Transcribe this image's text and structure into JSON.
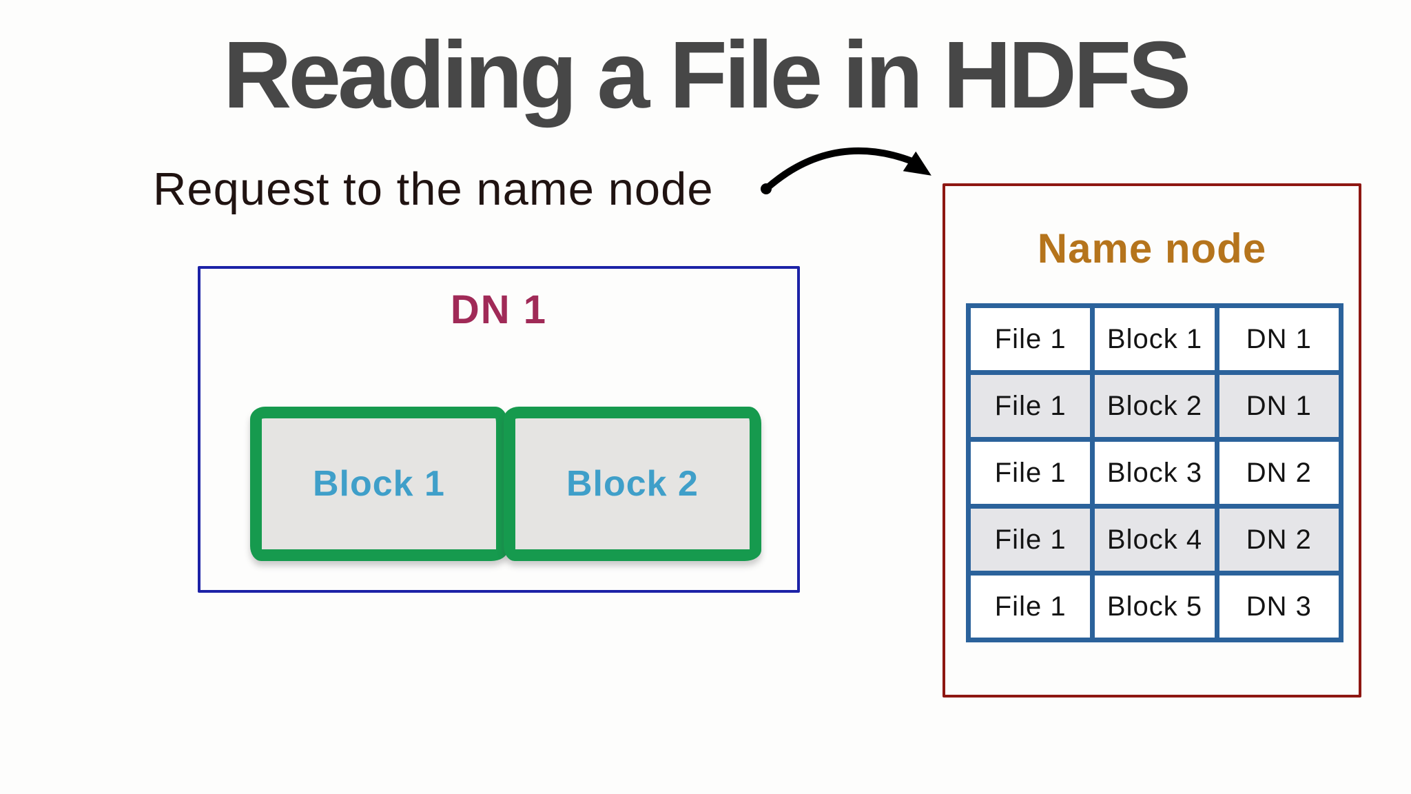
{
  "title": "Reading a File in HDFS",
  "annotation": {
    "label": "Request to the name node",
    "arrow": "curved-arrow-to-name-node"
  },
  "datanode_box": {
    "label": "DN 1",
    "blocks": [
      {
        "label": "Block 1"
      },
      {
        "label": "Block 2"
      }
    ]
  },
  "namenode_box": {
    "label": "Name node",
    "table": {
      "rows": [
        [
          "File 1",
          "Block 1",
          "DN 1"
        ],
        [
          "File 1",
          "Block 2",
          "DN 1"
        ],
        [
          "File 1",
          "Block 3",
          "DN 2"
        ],
        [
          "File 1",
          "Block 4",
          "DN 2"
        ],
        [
          "File 1",
          "Block 5",
          "DN 3"
        ]
      ]
    }
  },
  "colors": {
    "title_text": "#474747",
    "annotation_text": "#201311",
    "arrow": "#000000",
    "datanode_border": "#1c22a6",
    "datanode_label": "#a02a57",
    "block_border": "#169a4e",
    "block_fill": "#e5e4e2",
    "block_label": "#3f9fc9",
    "namenode_border": "#8e1712",
    "namenode_label": "#b5741c",
    "table_border": "#2b629b",
    "table_stripe": "#e5e5e8",
    "background": "#fdfdfc"
  }
}
